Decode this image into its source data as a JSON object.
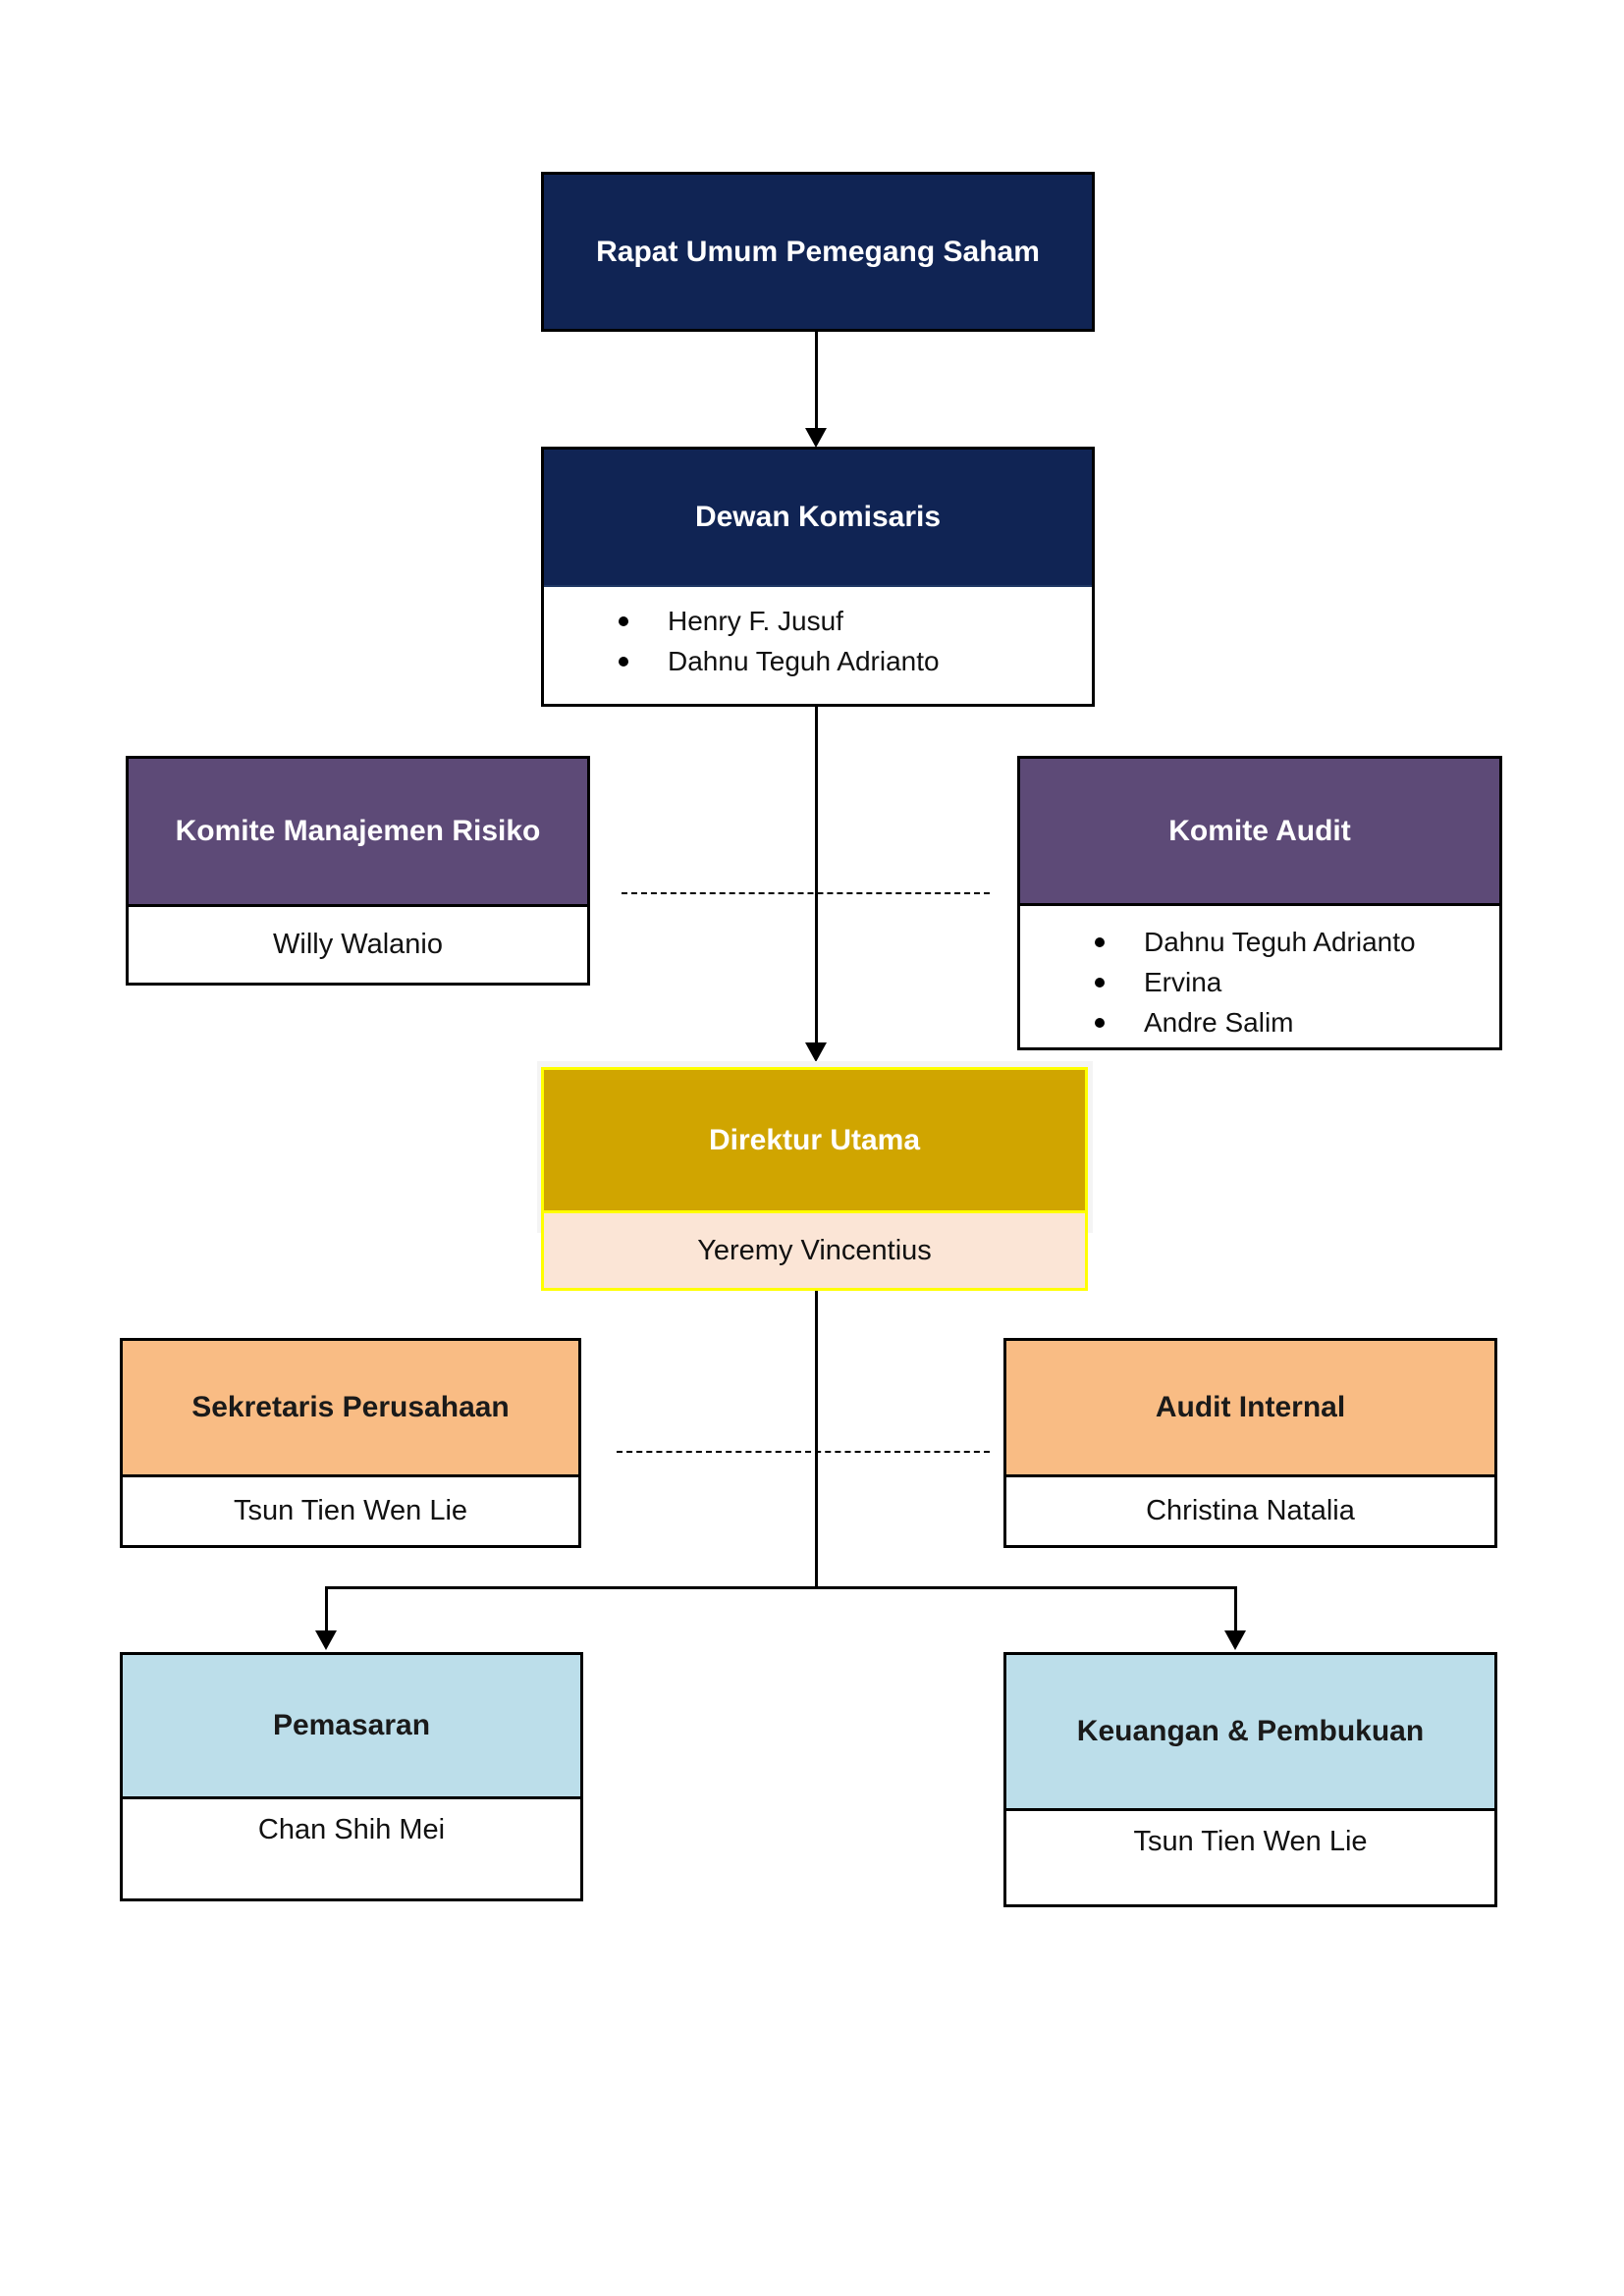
{
  "colors": {
    "navy": "#102454",
    "purple": "#5d4a77",
    "gold": "#d0a500",
    "gold_body": "#fbe5d6",
    "selection_yellow": "#ffff00",
    "orange": "#f9bc84",
    "blue": "#bcdeea",
    "backdrop_gray": "#f4f4f4"
  },
  "nodes": {
    "rapat_umum": {
      "title": "Rapat Umum Pemegang Saham"
    },
    "dewan_komisaris": {
      "title": "Dewan Komisaris",
      "members": [
        "Henry F. Jusuf",
        "Dahnu Teguh Adrianto"
      ]
    },
    "komite_manajemen_risiko": {
      "title": "Komite Manajemen Risiko",
      "member": "Willy Walanio"
    },
    "komite_audit": {
      "title": "Komite Audit",
      "members": [
        "Dahnu Teguh Adrianto",
        "Ervina",
        "Andre Salim"
      ]
    },
    "direktur_utama": {
      "title": "Direktur Utama",
      "member": "Yeremy Vincentius"
    },
    "sekretaris_perusahaan": {
      "title": "Sekretaris Perusahaan",
      "member": "Tsun Tien Wen Lie"
    },
    "audit_internal": {
      "title": "Audit Internal",
      "member": "Christina Natalia"
    },
    "pemasaran": {
      "title": "Pemasaran",
      "member": "Chan Shih Mei"
    },
    "keuangan_pembukuan": {
      "title": "Keuangan & Pembukuan",
      "member": "Tsun Tien Wen Lie"
    }
  }
}
